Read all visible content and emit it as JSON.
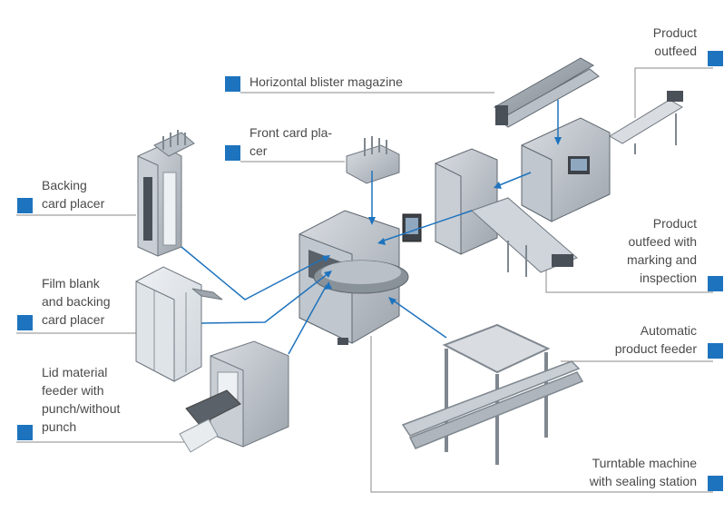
{
  "accent_color": "#1e73be",
  "leader_color": "#8a8a8a",
  "labels": {
    "product_outfeed": [
      "Product",
      "outfeed"
    ],
    "horizontal_blister_magazine": [
      "Horizontal blister magazine"
    ],
    "front_card_placer": [
      "Front card pla-",
      "cer"
    ],
    "backing_card_placer": [
      "Backing",
      "card placer"
    ],
    "product_outfeed_marking": [
      "Product",
      "outfeed with",
      "marking and",
      "inspection"
    ],
    "film_blank_backing": [
      "Film blank",
      "and backing",
      "card placer"
    ],
    "automatic_product_feeder": [
      "Automatic",
      "product feeder"
    ],
    "lid_material_feeder": [
      "Lid material",
      "feeder with",
      "punch/without",
      "punch"
    ],
    "turntable_machine": [
      "Turntable machine",
      "with sealing station"
    ]
  }
}
